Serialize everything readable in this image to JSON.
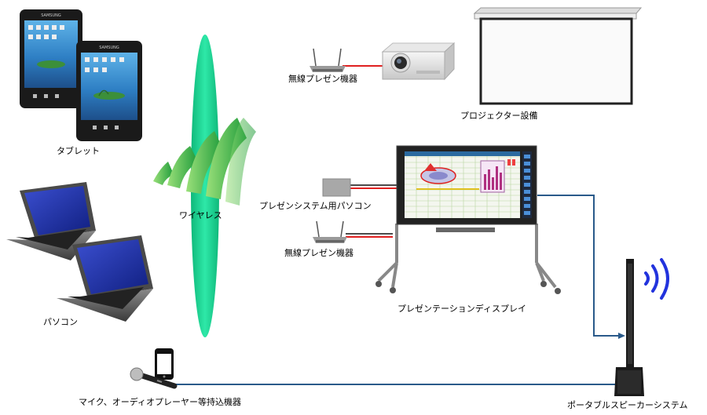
{
  "labels": {
    "tablet": "タブレット",
    "pc": "パソコン",
    "wireless": "ワイヤレス",
    "router_top": "無線プレゼン機器",
    "projector": "プロジェクター設備",
    "presen_pc": "プレゼンシステム用パソコン",
    "router_mid": "無線プレゼン機器",
    "display": "プレゼンテーションディスプレイ",
    "mic": "マイク、オーディオプレーヤー等持込機器",
    "speaker": "ポータブルスピーカーシステム"
  },
  "tablet_brand": "SAMSUNG",
  "colors": {
    "wave_green": "#2fb84a",
    "beam_teal": "#1fcf8f",
    "cable_red": "#e02020",
    "cable_blue": "#2a5a8a",
    "sound_wave": "#2233dd",
    "screen_blue": "#1c2fa0"
  }
}
